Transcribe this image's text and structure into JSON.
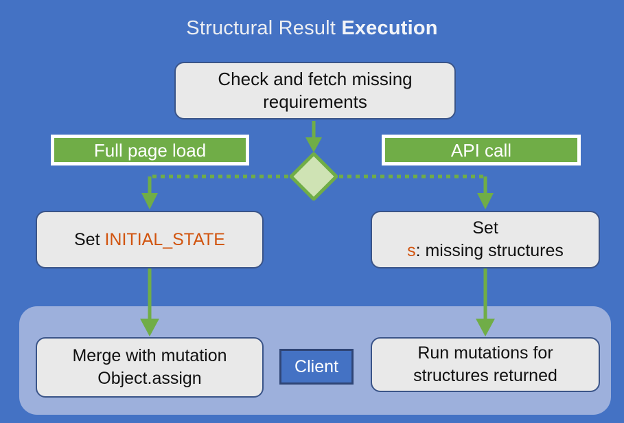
{
  "diagram": {
    "title": {
      "prefix": "Structural Result ",
      "emphasis": "Execution"
    },
    "background_color": "#4472c4",
    "group_panel": {
      "label": "Client",
      "fill": "#9db0dc",
      "badge_fill": "#4472c4",
      "badge_border": "#2f4576",
      "badge_text_color": "#ffffff"
    },
    "node_style": {
      "fill": "#e9e9e9",
      "border": "#3a5488",
      "text_color": "#111111",
      "highlight_color": "#d1540f"
    },
    "branch_style": {
      "fill": "#70ad47",
      "border": "#ffffff",
      "text_color": "#ffffff"
    },
    "decision": {
      "fill": "#cfe3b4",
      "border": "#70ad47",
      "shape": "diamond",
      "label": ""
    },
    "connector_color": "#70ad47",
    "nodes": [
      {
        "id": "check",
        "line1": "Check and fetch missing",
        "line2": "requirements",
        "type": "process"
      },
      {
        "id": "initial_state",
        "prefix": "Set ",
        "highlight": "INITIAL_STATE",
        "type": "process"
      },
      {
        "id": "set_missing",
        "line1": "Set",
        "highlight": "s",
        "line2_rest": ": missing structures",
        "type": "process"
      },
      {
        "id": "merge",
        "line1": "Merge with mutation",
        "line2": "Object.assign",
        "type": "process"
      },
      {
        "id": "run_mutations",
        "line1": "Run mutations for",
        "line2": "structures returned",
        "type": "process"
      }
    ],
    "branches": [
      {
        "id": "full_page_load",
        "label": "Full page load"
      },
      {
        "id": "api_call",
        "label": "API call"
      }
    ],
    "edges": [
      {
        "from": "check",
        "to": "decision",
        "style": "solid-arrow"
      },
      {
        "from": "decision",
        "to": "initial_state",
        "style": "dotted-then-arrow"
      },
      {
        "from": "decision",
        "to": "set_missing",
        "style": "dotted-then-arrow"
      },
      {
        "from": "initial_state",
        "to": "merge",
        "style": "solid-arrow"
      },
      {
        "from": "set_missing",
        "to": "run_mutations",
        "style": "solid-arrow"
      }
    ]
  }
}
